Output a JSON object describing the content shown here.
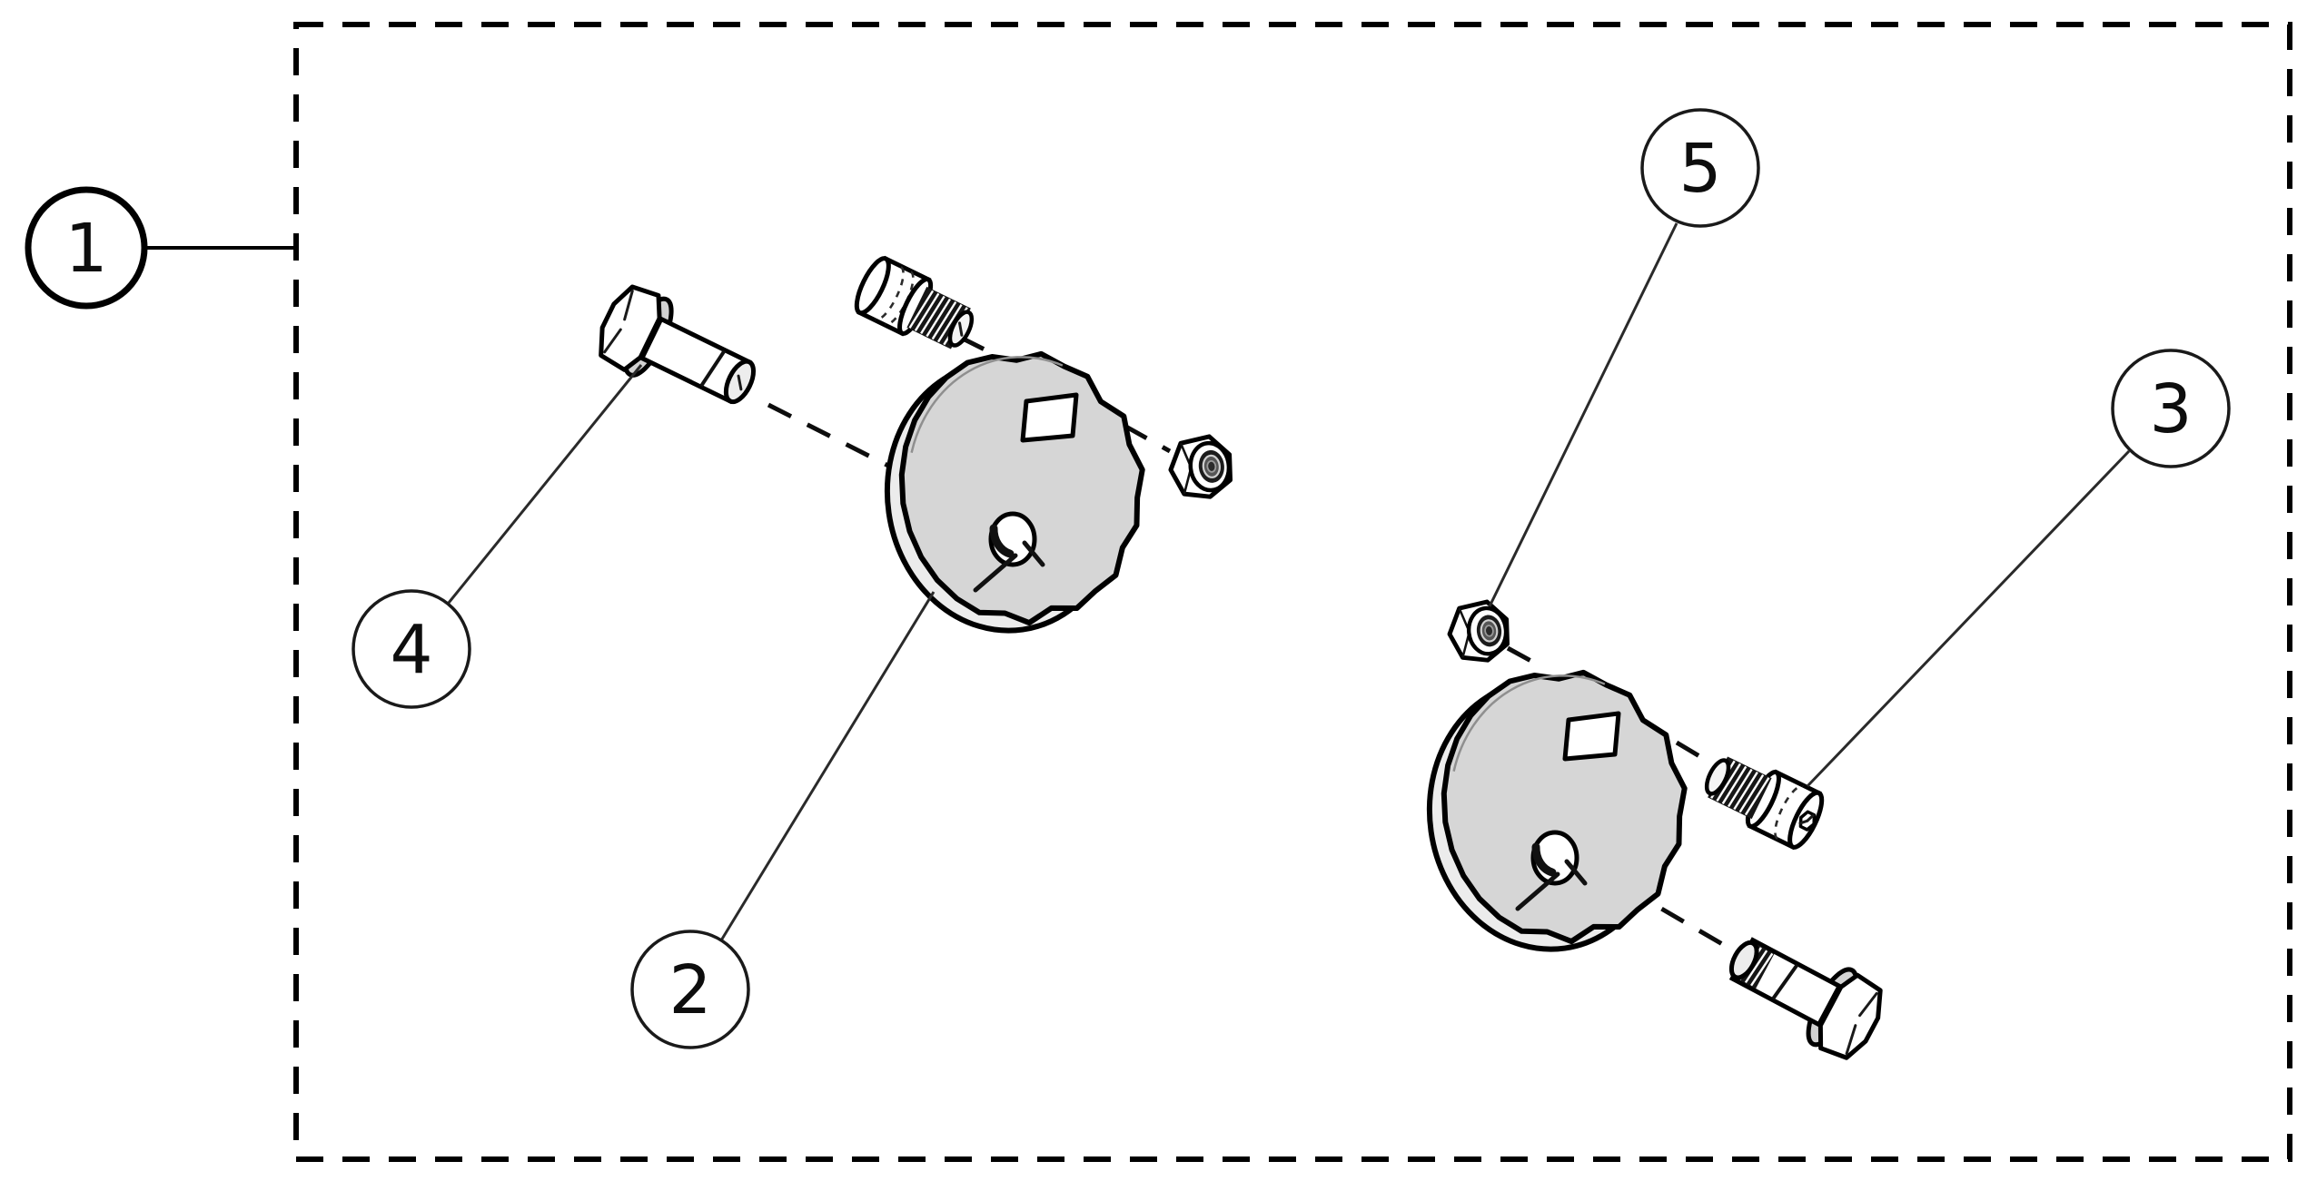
{
  "diagram": {
    "background_color": "#ffffff",
    "line_color": "#000000",
    "disc_fill_color": "#d6d6d6",
    "rim_fill_color": "#ececec",
    "flange_fill_color": "#d2d2d2",
    "thread_fill_color": "#161616",
    "tip_fill_color": "#ededed",
    "callouts": [
      {
        "label": "1",
        "points_to": "assembly-boundary"
      },
      {
        "label": "2",
        "points_to": "left-notched-disc"
      },
      {
        "label": "3",
        "points_to": "right-socket-head-screw"
      },
      {
        "label": "4",
        "points_to": "left-flange-bolt"
      },
      {
        "label": "5",
        "points_to": "right-hex-nut"
      }
    ],
    "parts": [
      {
        "name": "hex-flange-bolt",
        "quantity_shown": 2
      },
      {
        "name": "socket-head-cap-screw",
        "quantity_shown": 2
      },
      {
        "name": "notched-disc-blade",
        "quantity_shown": 2
      },
      {
        "name": "hex-lock-nut",
        "quantity_shown": 2
      }
    ]
  }
}
